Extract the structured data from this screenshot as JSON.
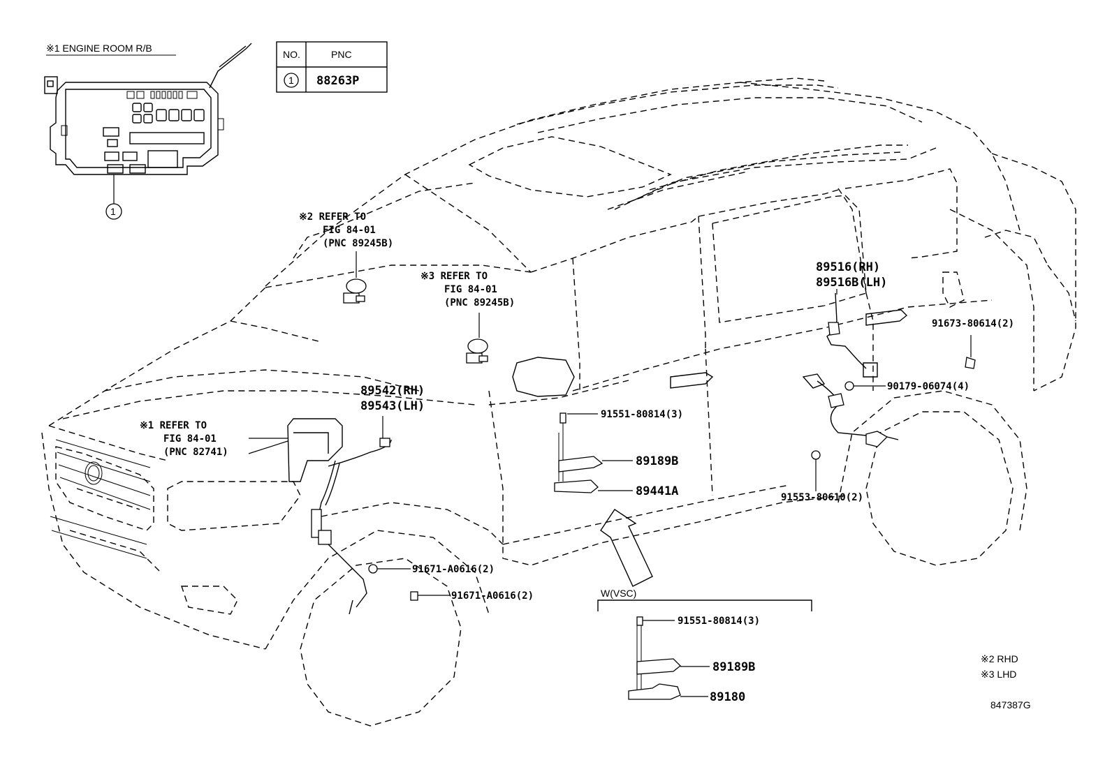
{
  "engine_room_title": "※1 ENGINE ROOM R/B",
  "pnc_table": {
    "headers": [
      "NO.",
      "PNC"
    ],
    "rows": [
      {
        "no": "1",
        "pnc": "88263P"
      }
    ]
  },
  "callout_number": "1",
  "refers": {
    "ref2": {
      "line1": "※2 REFER TO",
      "line2": "FIG 84-01",
      "line3": "(PNC 89245B)"
    },
    "ref3": {
      "line1": "※3 REFER TO",
      "line2": "FIG 84-01",
      "line3": "(PNC 89245B)"
    },
    "ref1": {
      "line1": "※1 REFER TO",
      "line2": "FIG 84-01",
      "line3": "(PNC 82741)"
    }
  },
  "part_labels": {
    "p89516": "89516(RH)",
    "p89516b": "89516B(LH)",
    "p91673": "91673-80614(2)",
    "p90179": "90179-06074(4)",
    "p89542": "89542(RH)",
    "p89543": "89543(LH)",
    "p91551_main": "91551-80814(3)",
    "p89189b_main": "89189B",
    "p89441a": "89441A",
    "p91553": "91553-80610(2)",
    "p91671_a": "91671-A0616(2)",
    "p91671_b": "91671-A0616(2)"
  },
  "vsc": {
    "title": "W(VSC)",
    "p91551": "91551-80814(3)",
    "p89189b": "89189B",
    "p89180": "89180"
  },
  "legend": {
    "line1": "※2 RHD",
    "line2": "※3 LHD"
  },
  "figure_code": "847387G"
}
